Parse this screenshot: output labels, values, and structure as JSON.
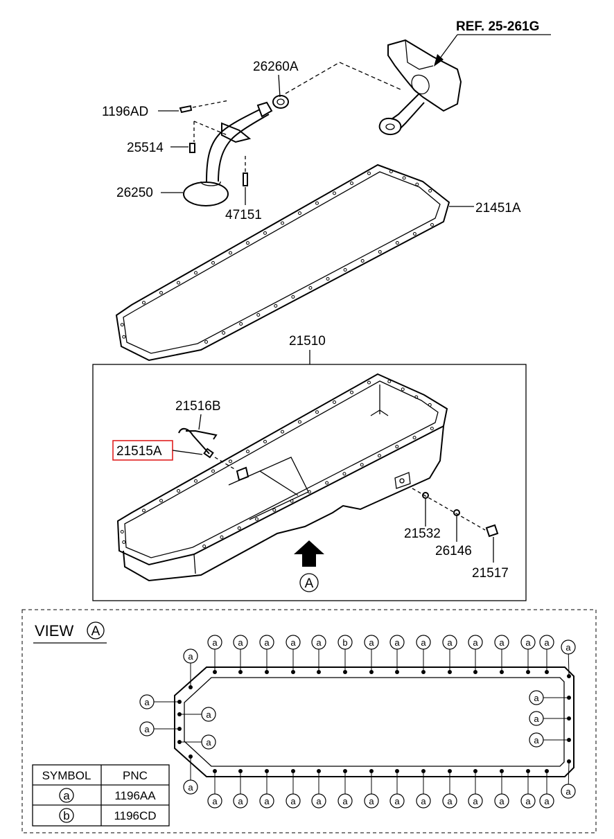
{
  "labels": {
    "ref": "REF. 25-261G",
    "p26260A": "26260A",
    "p1196AD": "1196AD",
    "p25514": "25514",
    "p26250": "26250",
    "p47151": "47151",
    "p21451A": "21451A",
    "p21510": "21510",
    "p21516B": "21516B",
    "p21515A": "21515A",
    "p21532": "21532",
    "p26146": "26146",
    "p21517": "21517",
    "view_marker": "A"
  },
  "view": {
    "title": "VIEW",
    "letter": "A"
  },
  "legend": {
    "header_symbol": "SYMBOL",
    "header_pnc": "PNC",
    "rows": [
      {
        "symbol": "a",
        "pnc": "1196AA"
      },
      {
        "symbol": "b",
        "pnc": "1196CD"
      }
    ]
  },
  "symbols": {
    "a": "a",
    "b": "b"
  },
  "colors": {
    "highlight": "#e02020",
    "line": "#000000"
  }
}
